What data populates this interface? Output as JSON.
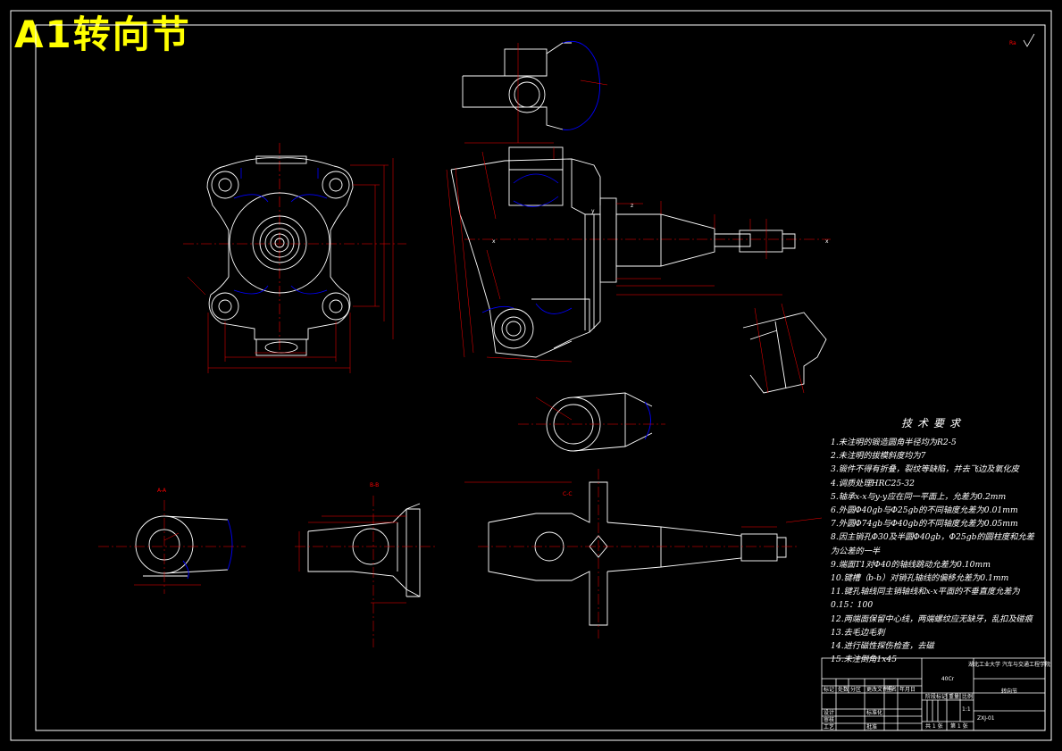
{
  "sheet": {
    "title": "A1转向节",
    "roughness_mark": "Ra",
    "view_labels": [
      "A-A",
      "B-B",
      "C-C"
    ],
    "axis_labels": [
      "x",
      "y",
      "z"
    ]
  },
  "technical_requirements": {
    "title": "技术要求",
    "items": [
      "1.未注明的锻造圆角半径均为R2-5",
      "2.未注明的拔模斜度均为7",
      "3.锻件不得有折叠，裂纹等缺陷，并去飞边及氧化皮",
      "4.调质处理HRC25-32",
      "5.轴承x-x与y-y应在同一平面上，允差为0.2mm",
      "6.外圆Φ40gb与Φ25gb的不同轴度允差为0.01mm",
      "7.外圆Φ74gb与Φ40gb的不同轴度允差为0.05mm",
      "8.因主销孔Φ30及半圆Φ40gb，Φ25gb的圆柱度和允差为公差的一半",
      "9.端面T1对Φ40的轴线跳动允差为0.10mm",
      "10.键槽（b-b）对销孔轴线的偏移允差为0.1mm",
      "11.键孔轴线同主销轴线和x-x平面的不垂直度允差为0.15：100",
      "12.两端面保留中心线，两端螺纹应无缺牙，乱扣及碰痕",
      "13.去毛边毛刺",
      "14.进行磁性探伤检查，去磁",
      "15.未注倒角1x45"
    ]
  },
  "title_block": {
    "material": "40Cr",
    "part_name": "转向节",
    "school": "湖北工业大学\n汽车与交通工程学院",
    "scale_label": "比例",
    "scale": "1:1",
    "weight_label": "重量",
    "stage_label": "阶段标记",
    "sheet_count": "共 1 张",
    "sheet_num": "第 1 张",
    "drawing_no": "ZXJ-01",
    "row_labels": [
      "标记",
      "处数",
      "分区",
      "更改文件号",
      "签名",
      "年月日"
    ],
    "designer_label": "设计",
    "check_label": "审核",
    "process_label": "工艺",
    "approve_label": "批准",
    "standardize_label": "标准化"
  },
  "colors": {
    "background": "#000000",
    "outline": "#ffffff",
    "centerline": "#ff0000",
    "hidden": "#0000ff",
    "title": "#ffff00"
  }
}
